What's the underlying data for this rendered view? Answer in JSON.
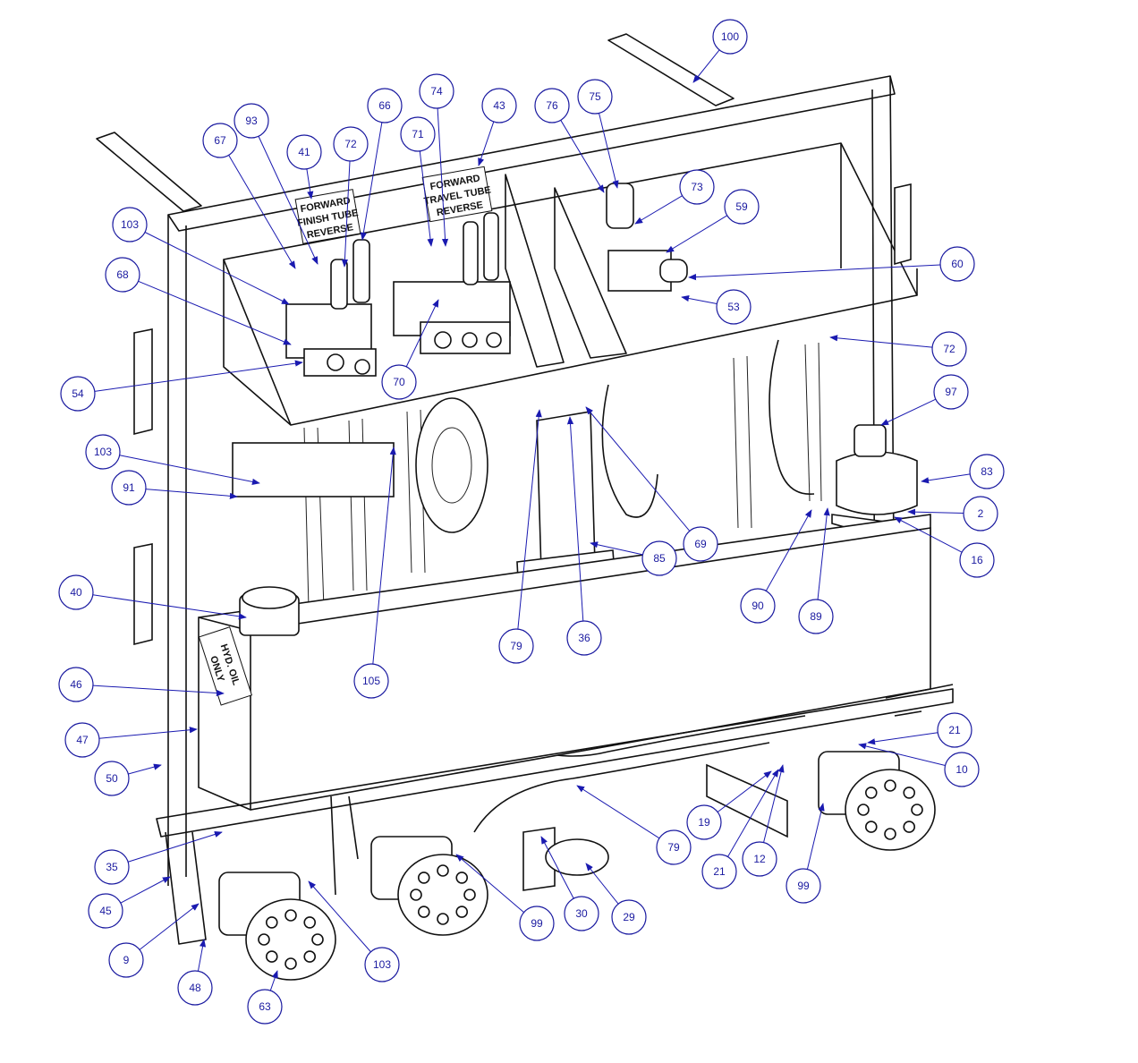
{
  "placards": {
    "finish_tube": [
      "FORWARD",
      "FINISH TUBE",
      "REVERSE"
    ],
    "travel_tube": [
      "FORWARD",
      "TRAVEL TUBE",
      "REVERSE"
    ],
    "tank_label": [
      "HYD. OIL",
      "ONLY"
    ]
  },
  "callouts": [
    "100",
    "41",
    "67",
    "93",
    "72",
    "66",
    "74",
    "71",
    "43",
    "76",
    "75",
    "73",
    "59",
    "60",
    "53",
    "72",
    "97",
    "83",
    "2",
    "16",
    "90",
    "89",
    "85",
    "69",
    "36",
    "79",
    "105",
    "103",
    "68",
    "54",
    "70",
    "103",
    "91",
    "40",
    "46",
    "47",
    "50",
    "35",
    "45",
    "9",
    "48",
    "63",
    "103",
    "99",
    "30",
    "29",
    "79",
    "19",
    "21",
    "12",
    "99",
    "21",
    "10"
  ],
  "colors": {
    "callout": "#1a1aa0",
    "line": "#111111"
  }
}
